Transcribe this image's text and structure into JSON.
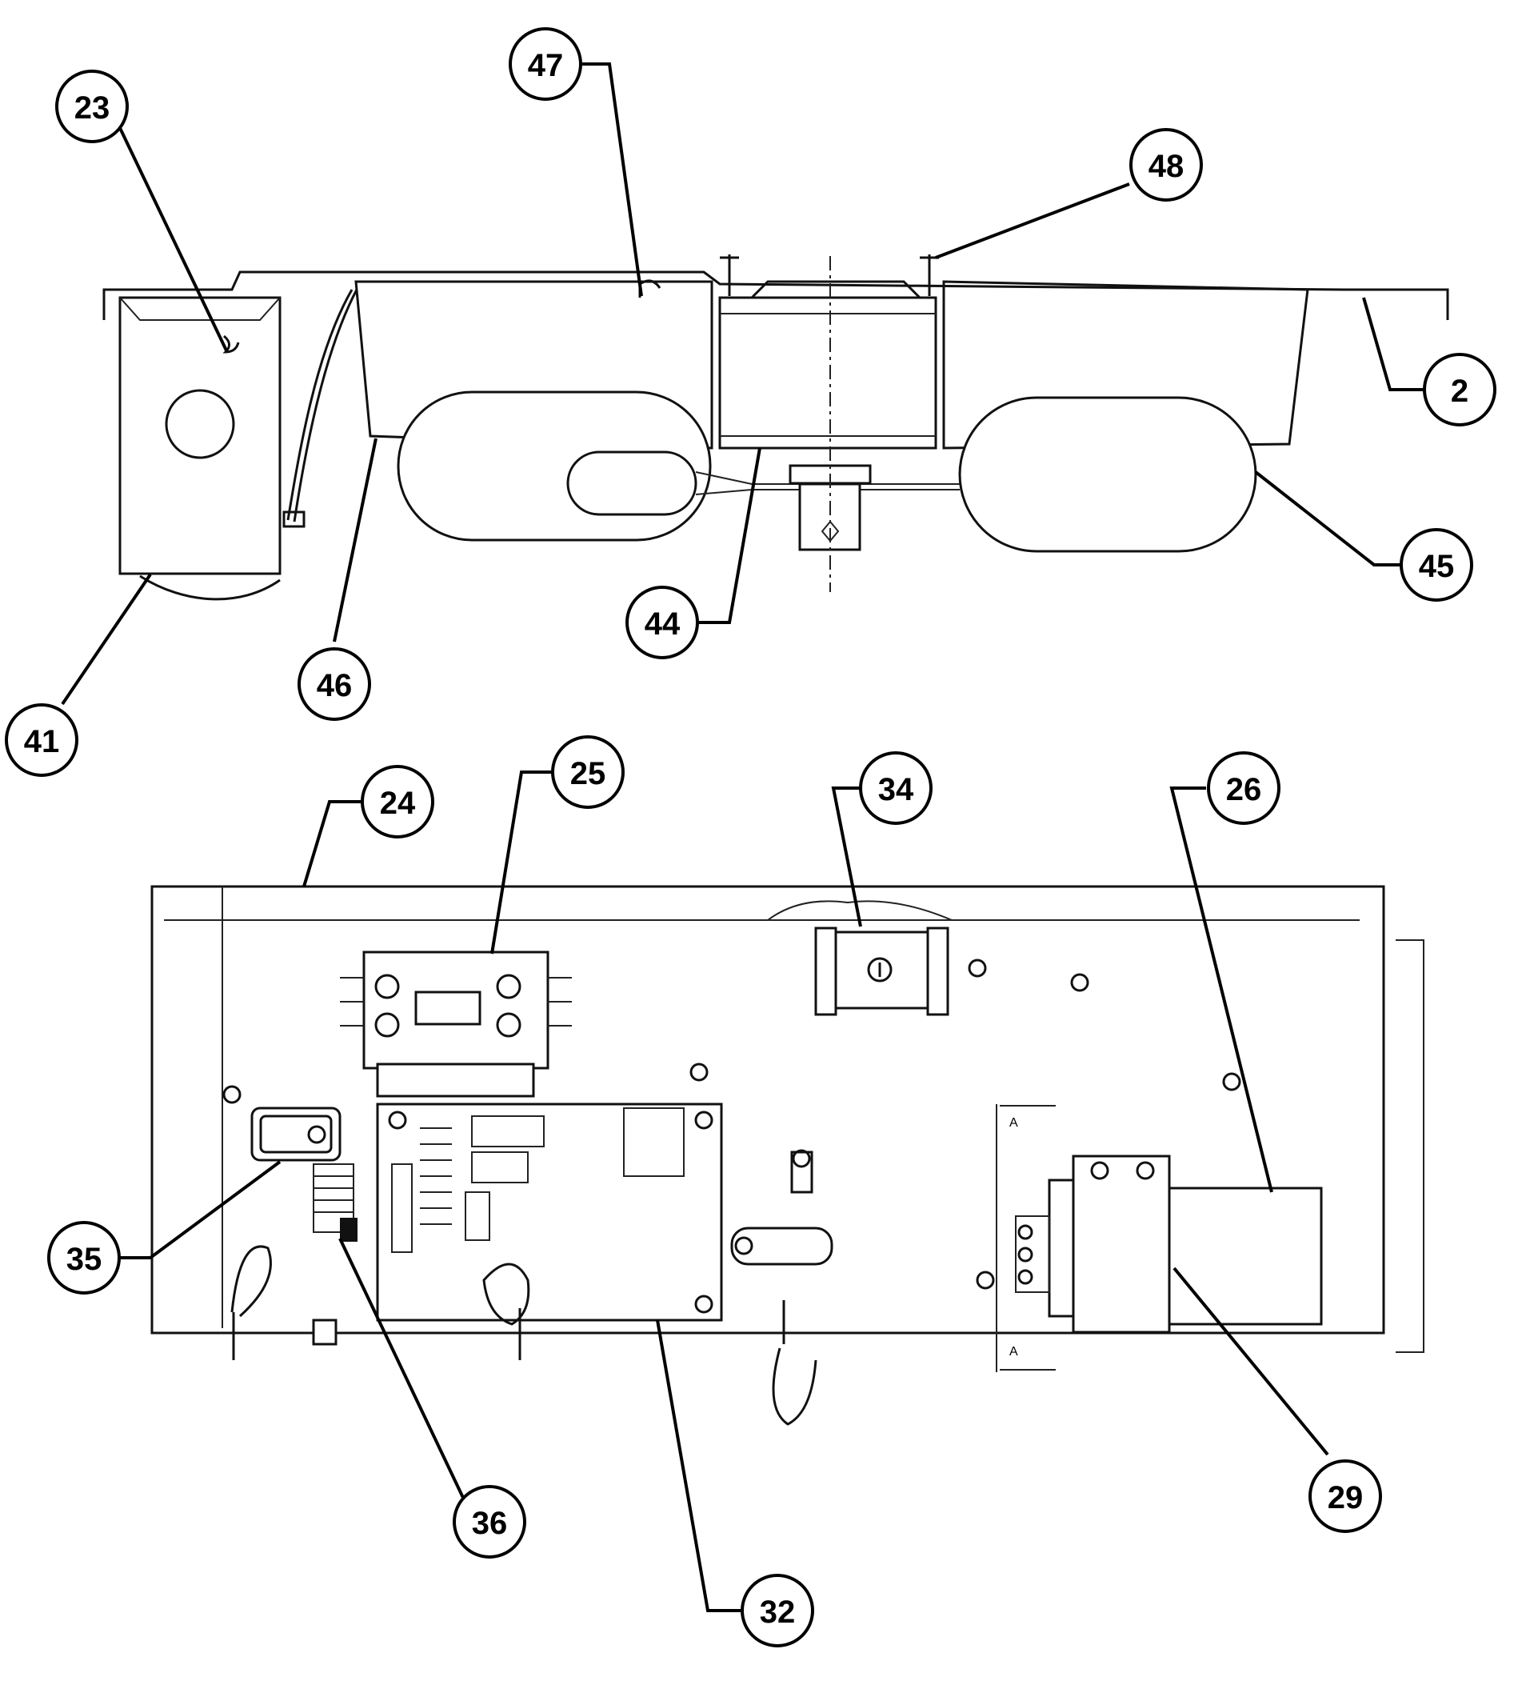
{
  "callouts": [
    {
      "id": "c23",
      "label": "23"
    },
    {
      "id": "c47",
      "label": "47"
    },
    {
      "id": "c48",
      "label": "48"
    },
    {
      "id": "c2",
      "label": "2"
    },
    {
      "id": "c45",
      "label": "45"
    },
    {
      "id": "c44",
      "label": "44"
    },
    {
      "id": "c46",
      "label": "46"
    },
    {
      "id": "c41",
      "label": "41"
    },
    {
      "id": "c24",
      "label": "24"
    },
    {
      "id": "c25",
      "label": "25"
    },
    {
      "id": "c34",
      "label": "34"
    },
    {
      "id": "c26",
      "label": "26"
    },
    {
      "id": "c35",
      "label": "35"
    },
    {
      "id": "c36",
      "label": "36"
    },
    {
      "id": "c32",
      "label": "32"
    },
    {
      "id": "c29",
      "label": "29"
    }
  ],
  "section_marks": {
    "top": "A",
    "bottom": "A"
  }
}
